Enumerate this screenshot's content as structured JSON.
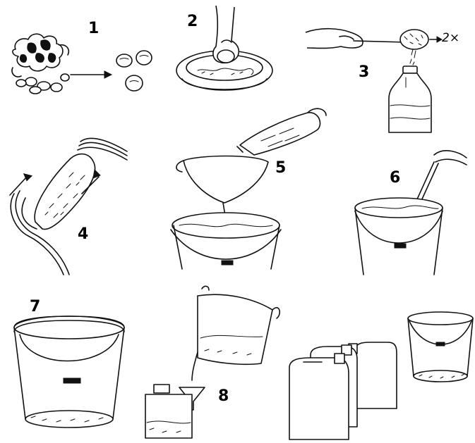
{
  "figure": {
    "steps": [
      {
        "number": "1"
      },
      {
        "number": "2"
      },
      {
        "number": "3",
        "annotation": "2×"
      },
      {
        "number": "4"
      },
      {
        "number": "5"
      },
      {
        "number": "6"
      },
      {
        "number": "7"
      },
      {
        "number": "8"
      }
    ]
  }
}
